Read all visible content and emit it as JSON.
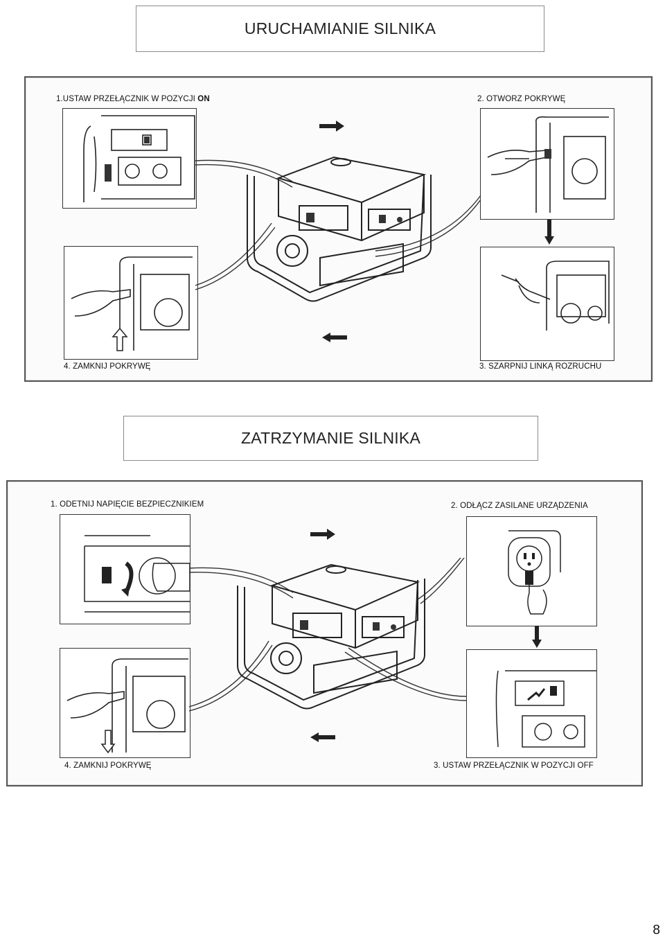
{
  "start": {
    "title": "URUCHAMIANIE SILNIKA",
    "steps": {
      "s1_prefix": "1.USTAW PRZEŁĄCZNIK W POZYCJI ",
      "s1_on": "ON",
      "s2": "2. OTWORZ POKRYWĘ",
      "s3": "3. SZARPNIJ LINKĄ ROZRUCHU",
      "s4": "4. ZAMKNIJ POKRYWĘ"
    }
  },
  "stop": {
    "title": "ZATRZYMANIE SILNIKA",
    "steps": {
      "s1": "1. ODETNIJ  NAPIĘCIE BEZPIECZNIKIEM",
      "s2": "2. ODŁĄCZ ZASILANE URZĄDZENIA",
      "s3": "3. USTAW PRZEŁĄCZNIK W POZYCJI OFF",
      "s4": "4. ZAMKNIJ POKRYWĘ"
    }
  },
  "icons": {
    "generator": "generator-icon",
    "arrow_right": "arrow-right-icon",
    "arrow_left": "arrow-left-icon",
    "arrow_down": "arrow-down-icon",
    "arrow_up": "arrow-up-icon"
  },
  "page_number": "8"
}
